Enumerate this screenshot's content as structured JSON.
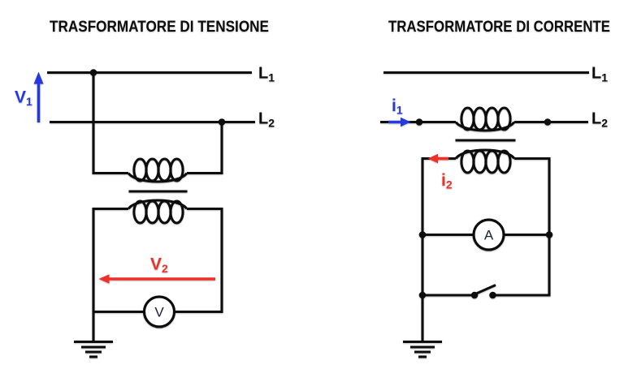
{
  "left_diagram": {
    "title": "TRASFORMATORE DI TENSIONE",
    "line1_label": {
      "base": "L",
      "sub": "1"
    },
    "line2_label": {
      "base": "L",
      "sub": "2"
    },
    "primary_voltage_label": {
      "base": "V",
      "sub": "1"
    },
    "secondary_voltage_label": {
      "base": "V",
      "sub": "2"
    },
    "meter_label": "V"
  },
  "right_diagram": {
    "title": "TRASFORMATORE DI CORRENTE",
    "line1_label": {
      "base": "L",
      "sub": "1"
    },
    "line2_label": {
      "base": "L",
      "sub": "2"
    },
    "primary_current_label": {
      "base": "i",
      "sub": "1"
    },
    "secondary_current_label": {
      "base": "i",
      "sub": "2"
    },
    "meter_label": "A"
  },
  "colors": {
    "wire": "#0d0d0d",
    "blue": "#2639e0",
    "red": "#ee3028",
    "meter_text": "#16213a",
    "label_text": "#0d0d0d",
    "background": "#ffffff"
  }
}
